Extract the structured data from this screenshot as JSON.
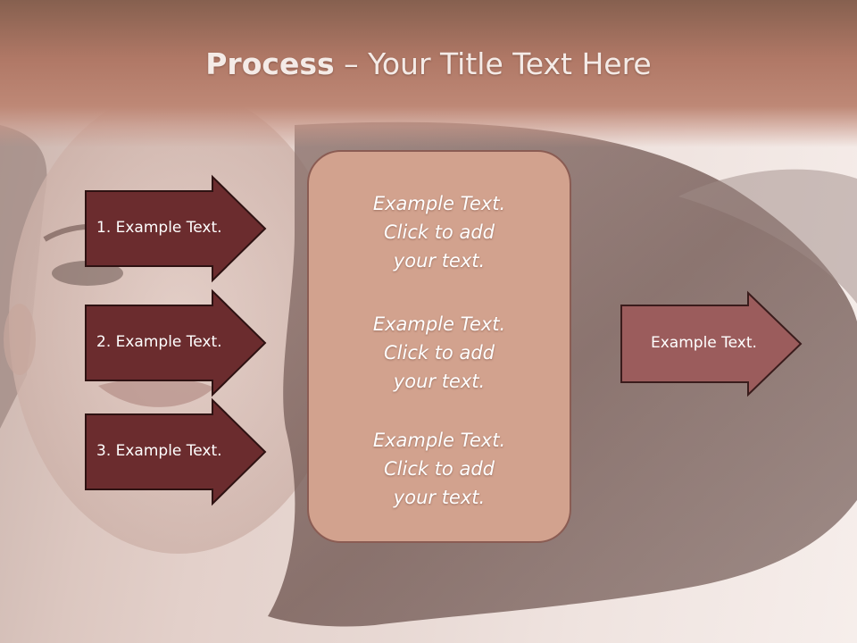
{
  "slide": {
    "title_bold": "Process",
    "title_separator": " – ",
    "title_rest": "Your Title Text Here"
  },
  "inputs": [
    {
      "label": "1. Example Text."
    },
    {
      "label": "2. Example Text."
    },
    {
      "label": "3. Example Text."
    }
  ],
  "center": {
    "blocks": [
      {
        "line1": "Example Text.",
        "line2": "Click  to add",
        "line3": "your text."
      },
      {
        "line1": "Example Text.",
        "line2": "Click  to add",
        "line3": "your text."
      },
      {
        "line1": "Example Text.",
        "line2": "Click  to add",
        "line3": "your text."
      }
    ]
  },
  "output": {
    "label": "Example Text."
  },
  "colors": {
    "input_arrow_fill": "#6b2c2e",
    "output_arrow_fill": "#9b5c5c",
    "center_box_fill": "#d2a28e",
    "header_color": "#b07866"
  }
}
